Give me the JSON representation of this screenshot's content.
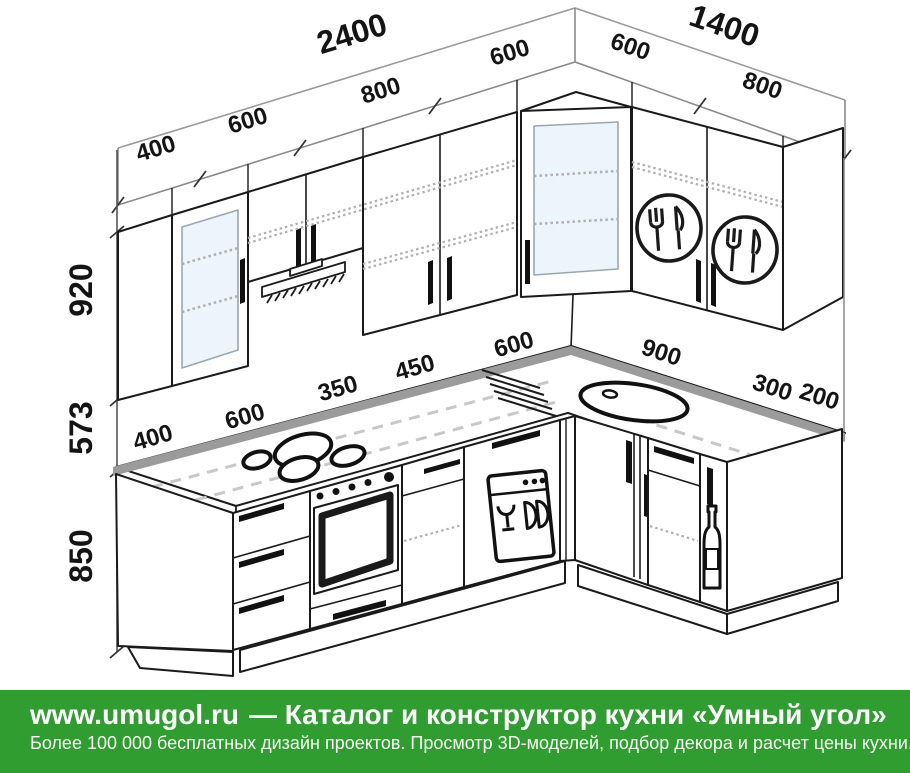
{
  "drawing": {
    "colors": {
      "line": "#1a1a1a",
      "glass": "#ecf5fc",
      "counter_edge": "#9b9b9b",
      "dashed_guide": "#c8c8c8",
      "shelf_dots": "#b0b0b0",
      "footer_green": "#2f9d2f"
    },
    "dimensions": {
      "wall_total_left": "2400",
      "wall_total_right": "1400",
      "wall_left": [
        "400",
        "600",
        "800",
        "600"
      ],
      "wall_right": [
        "600",
        "800"
      ],
      "counter_left": [
        "400",
        "600",
        "350",
        "450",
        "600"
      ],
      "counter_right": [
        "900",
        "300",
        "200"
      ],
      "heights": {
        "wall_cabinets": "920",
        "apron": "573",
        "base_cabinets": "850"
      }
    },
    "icons": {
      "fork_knife": "plate-dryer cabinet symbol",
      "dishwasher": "wine glass and plates symbol",
      "bottle": "bottle cargo symbol",
      "hood": "cooker hood with vent hatching",
      "hob": "4 burner rings",
      "sink": "oval corner sink"
    }
  },
  "footer": {
    "site": "www.umugol.ru",
    "tagline": "— Каталог и конструктор кухни «Умный угол»",
    "subline": "Более 100 000 бесплатных дизайн проектов. Просмотр 3D-моделей, подбор декора и расчет цены кухни."
  }
}
